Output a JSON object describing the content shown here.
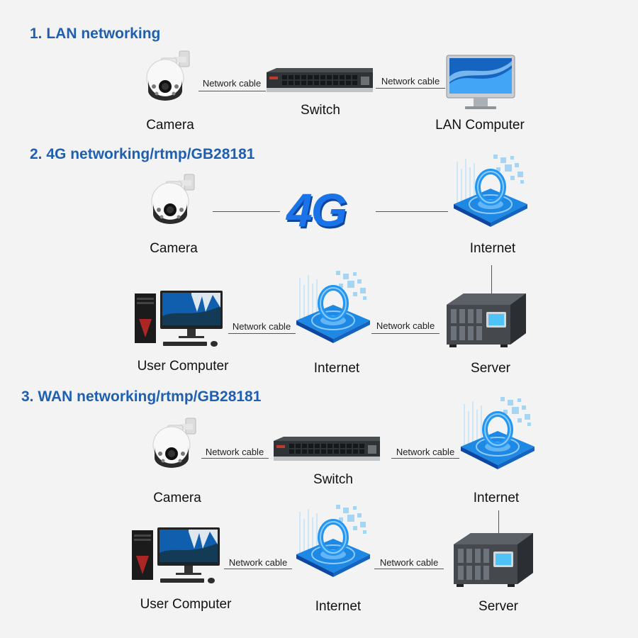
{
  "sections": [
    {
      "title": "1. LAN networking"
    },
    {
      "title": "2. 4G networking/rtmp/GB28181"
    },
    {
      "title": "3. WAN networking/rtmp/GB28181"
    }
  ],
  "labels": {
    "camera": "Camera",
    "switch": "Switch",
    "lan_computer": "LAN Computer",
    "internet": "Internet",
    "user_computer": "User Computer",
    "server": "Server",
    "network_cable": "Network cable",
    "fourg": "4G"
  },
  "colors": {
    "title_blue": "#1f5fb0",
    "fourg_blue": "#1a73e8",
    "cloud_blue": "#3aa6f0",
    "background": "#f3f3f3"
  },
  "icons": [
    "camera-icon",
    "switch-icon",
    "monitor-icon",
    "globe-icon",
    "server-icon",
    "pc-icon"
  ]
}
